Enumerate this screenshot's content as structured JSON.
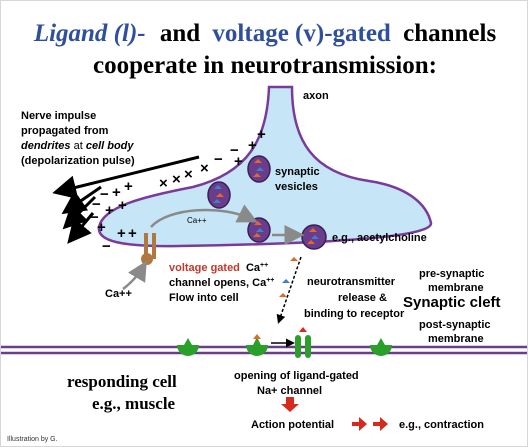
{
  "title": {
    "ligand": "Ligand (l)-",
    "and": "and",
    "voltage": "voltage (v)-gated",
    "channels": "channels",
    "line2": "cooperate in neurotransmission:"
  },
  "labels": {
    "axon": "axon",
    "impulse_1": "Nerve impulse",
    "impulse_2": "propagated from",
    "impulse_3_dendrites": "dendrites",
    "impulse_3_at": "at",
    "impulse_3_cellbody": "cell body",
    "impulse_4": "(depolarization pulse)",
    "synaptic_vesicles_1": "synaptic",
    "synaptic_vesicles_2": "vesicles",
    "ca_in_terminal": "Ca++",
    "acetylcholine": "e.g., acetylcholine",
    "presynaptic_1": "pre-synaptic",
    "presynaptic_2": "membrane",
    "ca_outside": "Ca++",
    "vgated_red": "voltage gated",
    "vgated_ca": "Ca",
    "vgated_sup": "++",
    "vgated_2a": "channel opens, Ca",
    "vgated_2sup": "++",
    "vgated_3": "Flow into cell",
    "release_1": "neurotransmitter",
    "release_2": "release &",
    "release_3": "binding to receptor",
    "synaptic_cleft": "Synaptic cleft",
    "postsynaptic_1": "post-synaptic",
    "postsynaptic_2": "membrane",
    "responding_1": "responding cell",
    "responding_2": "e.g., muscle",
    "ligand_gated_1": "opening of ligand-gated",
    "ligand_gated_2": "Na+ channel",
    "action_potential": "Action potential",
    "contraction": "e.g., contraction",
    "credit": "Illustration by G."
  },
  "colors": {
    "title_blue": "#2f4f9e",
    "terminal_fill": "#c6e6f7",
    "terminal_stroke": "#7a3a9a",
    "vesicle_fill": "#6a3d8c",
    "membrane": "#6a3d8c",
    "receptor_green": "#2aa02a",
    "channel_brown": "#b07840",
    "red": "#d62a1e",
    "gray_arrow": "#8a8a8a"
  },
  "icons": {
    "receptor": "receptor-icon",
    "vesicle": "vesicle-icon",
    "channel": "calcium-channel-icon"
  }
}
